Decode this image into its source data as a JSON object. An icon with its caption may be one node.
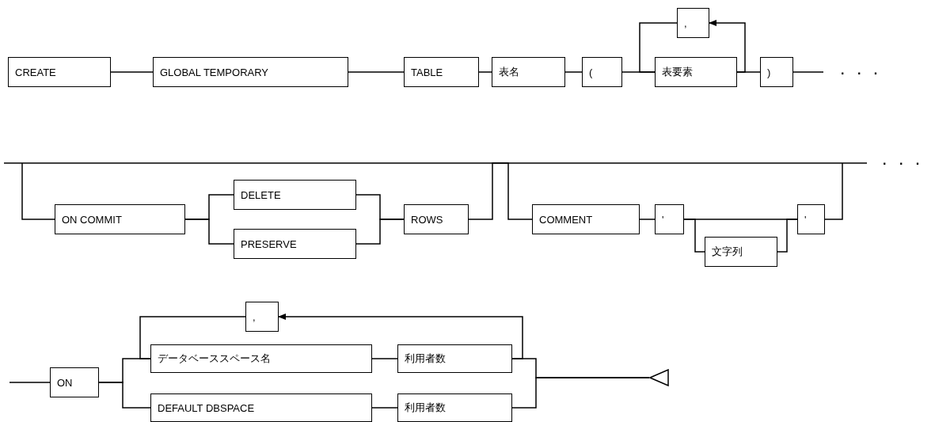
{
  "diagram": {
    "nodes": [
      {
        "text": [
          "CREATE"
        ]
      },
      {
        "text": [
          "GLOBAL TEMPORARY"
        ]
      },
      {
        "text": [
          "TABLE"
        ]
      },
      {
        "text": [
          "表名"
        ]
      },
      {
        "text": [
          "("
        ]
      },
      {
        "text": [
          "表要素"
        ]
      },
      {
        "text": [
          ","
        ]
      },
      {
        "text": [
          ")"
        ]
      },
      {
        "text": [
          "ON COMMIT"
        ]
      },
      {
        "text": [
          "DELETE"
        ]
      },
      {
        "text": [
          "PRESERVE"
        ]
      },
      {
        "text": [
          "ROWS"
        ]
      },
      {
        "text": [
          "COMMENT"
        ]
      },
      {
        "text": [
          "'"
        ]
      },
      {
        "text": [
          "文字列"
        ]
      },
      {
        "text": [
          "'"
        ]
      },
      {
        "text": [
          "ON"
        ]
      },
      {
        "text": [
          ","
        ]
      },
      {
        "text": [
          "データベーススペース名"
        ]
      },
      {
        "text": [
          "利用者数"
        ]
      },
      {
        "text": [
          "DEFAULT DBSPACE"
        ]
      },
      {
        "text": [
          "利用者数"
        ]
      },
      {
        "text": [],
        "shape": "triangle"
      }
    ],
    "edges": [
      {
        "from": 0,
        "to": 1,
        "arrow": "none"
      },
      {
        "from": 1,
        "to": 2,
        "arrow": "none"
      },
      {
        "from": 2,
        "to": 3,
        "arrow": "none"
      },
      {
        "from": 3,
        "to": 4,
        "arrow": "none"
      },
      {
        "from": 4,
        "to": 5,
        "arrow": "none"
      },
      {
        "from": 5,
        "to": 6,
        "arrow": "to"
      },
      {
        "from": 6,
        "to": 5,
        "arrow": "none"
      },
      {
        "from": 5,
        "to": 7,
        "arrow": "none"
      },
      {
        "from": 7,
        "to": null,
        "arrow": "none"
      },
      {
        "from": null,
        "to": 8,
        "arrow": "none"
      },
      {
        "from": 8,
        "to": 9,
        "arrow": "none"
      },
      {
        "from": 8,
        "to": 10,
        "arrow": "none"
      },
      {
        "from": 9,
        "to": 11,
        "arrow": "none"
      },
      {
        "from": 10,
        "to": 11,
        "arrow": "none"
      },
      {
        "from": 11,
        "to": 12,
        "arrow": "none"
      },
      {
        "from": 12,
        "to": 13,
        "arrow": "none"
      },
      {
        "from": 13,
        "to": 14,
        "arrow": "none"
      },
      {
        "from": 14,
        "to": 15,
        "arrow": "none"
      },
      {
        "from": 13,
        "to": 15,
        "arrow": "none"
      },
      {
        "from": 15,
        "to": null,
        "arrow": "none"
      },
      {
        "from": null,
        "to": 16,
        "arrow": "none"
      },
      {
        "from": 16,
        "to": 18,
        "arrow": "none"
      },
      {
        "from": 16,
        "to": 20,
        "arrow": "none"
      },
      {
        "from": 18,
        "to": 19,
        "arrow": "none"
      },
      {
        "from": 20,
        "to": 21,
        "arrow": "none"
      },
      {
        "from": 19,
        "to": 17,
        "arrow": "to"
      },
      {
        "from": 17,
        "to": 18,
        "arrow": "none"
      },
      {
        "from": 19,
        "to": 22,
        "arrow": "none"
      },
      {
        "from": 21,
        "to": 22,
        "arrow": "none"
      }
    ],
    "labels": [
      ". . .",
      ". . ."
    ]
  }
}
